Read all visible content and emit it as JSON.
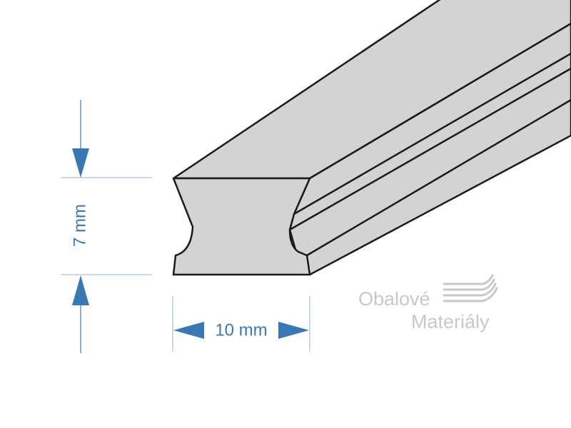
{
  "dimensions": {
    "height_label": "7 mm",
    "width_label": "10 mm"
  },
  "logo": {
    "line1": "Obalové",
    "line2": "Materiály"
  },
  "colors": {
    "profile_fill": "#d3d3d3",
    "outline": "#1a1a1a",
    "dimension_blue": "#3a78b5",
    "extension_line": "#8fb3d6",
    "logo_gray": "#c8c8c8"
  }
}
